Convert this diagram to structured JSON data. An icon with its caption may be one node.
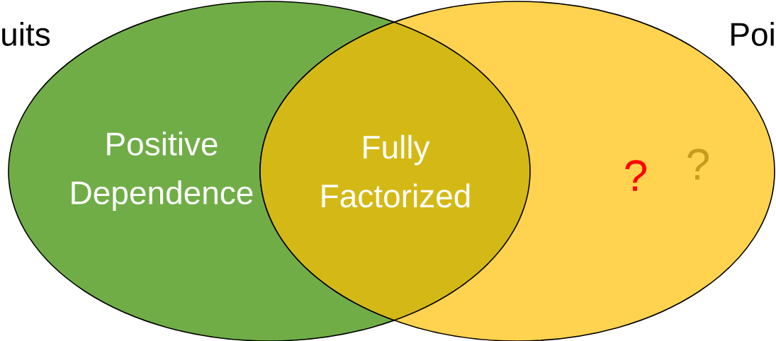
{
  "diagram": {
    "nodes": [
      {
        "text": [
          "uits",
          "Positive Dependence"
        ]
      },
      {
        "text": [
          "Poi",
          "?",
          "?"
        ]
      },
      {
        "text": [
          "Fully Factorized"
        ]
      }
    ]
  }
}
